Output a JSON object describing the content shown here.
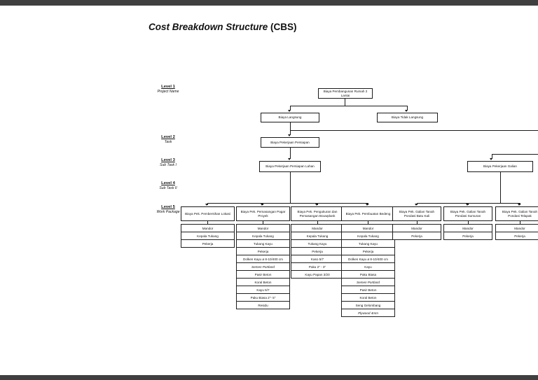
{
  "title": {
    "main": "Cost Breakdown Structure",
    "suffix": " (CBS)"
  },
  "colors": {
    "chrome_bar": "#3f3f3f",
    "line": "#1a1a1a",
    "box_border": "#1a1a1a",
    "page_bg": "#ffffff"
  },
  "levels": [
    {
      "label": "Level 1",
      "sub": "Project Name"
    },
    {
      "label": "Level 2",
      "sub": "Task"
    },
    {
      "label": "Level 3",
      "sub": "Sub Task I"
    },
    {
      "label": "Level 4",
      "sub": "Sub Task II"
    },
    {
      "label": "Level 5",
      "sub": "Work Package"
    }
  ],
  "chart": {
    "type": "tree",
    "root": "Biaya Pembangunan Rumah 2 Lantai",
    "branches": {
      "left": "Biaya Langsung",
      "right": "Biaya Tidak Langsung"
    },
    "task": "Biaya Pekerjaan Persiapan",
    "sub_tasks": {
      "left": "Biaya Pekerjaan Persiapan Lahan",
      "right": "Biaya Pekerjaan Galian"
    },
    "work_packages": [
      {
        "title": "Biaya Pek. Pembersihan Lokasi",
        "items": [
          "Mandor",
          "Kepala Tukang",
          "Pekerja"
        ]
      },
      {
        "title": "Biaya Pek. Pemasangan Pagar Proyek",
        "items": [
          "Mandor",
          "Kepala Tukang",
          "Tukang Kayu",
          "Pekerja",
          "Dolken Kayu ø 8-10/400 cm",
          "Semen Portland",
          "Pasir Beton",
          "Koral Beton",
          "Kayu 5/7",
          "Paku Biasa 2\"- 5\"",
          "Residu"
        ]
      },
      {
        "title": "Biaya Pek. Pengukuran dan Pemasangan Bouwplank",
        "items": [
          "Mandor",
          "Kepala Tukang",
          "Tukang Kayu",
          "Pekerja",
          "Kaso 5/7",
          "Paku 2\" - 3\"",
          "Kayu Papan 3/20"
        ]
      },
      {
        "title": "Biaya Pek. Pembuatan Bedeng",
        "items": [
          "Mandor",
          "Kepala Tukang",
          "Tukang Kayu",
          "Pekerja",
          "Dolken Kayu ø 8-10/400 cm",
          "Kayu",
          "Paku Biasa",
          "Semen Portland",
          "Pasir Beton",
          "Koral Beton",
          "Seng Gelombang",
          "Plywood 4mm"
        ]
      },
      {
        "title": "Biaya Pek. Galian Tanah Pondasi Batu Kali",
        "items": [
          "Mandor",
          "Pekerja"
        ]
      },
      {
        "title": "Biaya Pek. Galian Tanah Pondasi Sumuran",
        "items": [
          "Mandor",
          "Pekerja"
        ]
      },
      {
        "title": "Biaya Pek. Galian Tanah Pondasi Telapak",
        "items": [
          "Mandor",
          "Pekerja"
        ]
      }
    ]
  }
}
